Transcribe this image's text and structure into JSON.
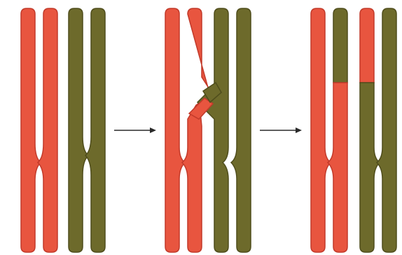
{
  "colors": {
    "red_chromatid": "#e8553f",
    "red_edge": "#c23a2a",
    "olive_chromatid": "#6d6a2b",
    "olive_edge": "#4f4d1c",
    "arrow": "#2a2a2a",
    "background": "#ffffff"
  },
  "stages": [
    {
      "id": "before",
      "description_icon": "homologous-pair-icon"
    },
    {
      "id": "crossing-over",
      "description_icon": "chiasma-icon"
    },
    {
      "id": "after",
      "description_icon": "recombinant-pair-icon"
    }
  ],
  "arrows": [
    {
      "id": "arrow-1",
      "icon": "right-arrow-icon"
    },
    {
      "id": "arrow-2",
      "icon": "right-arrow-icon"
    }
  ]
}
